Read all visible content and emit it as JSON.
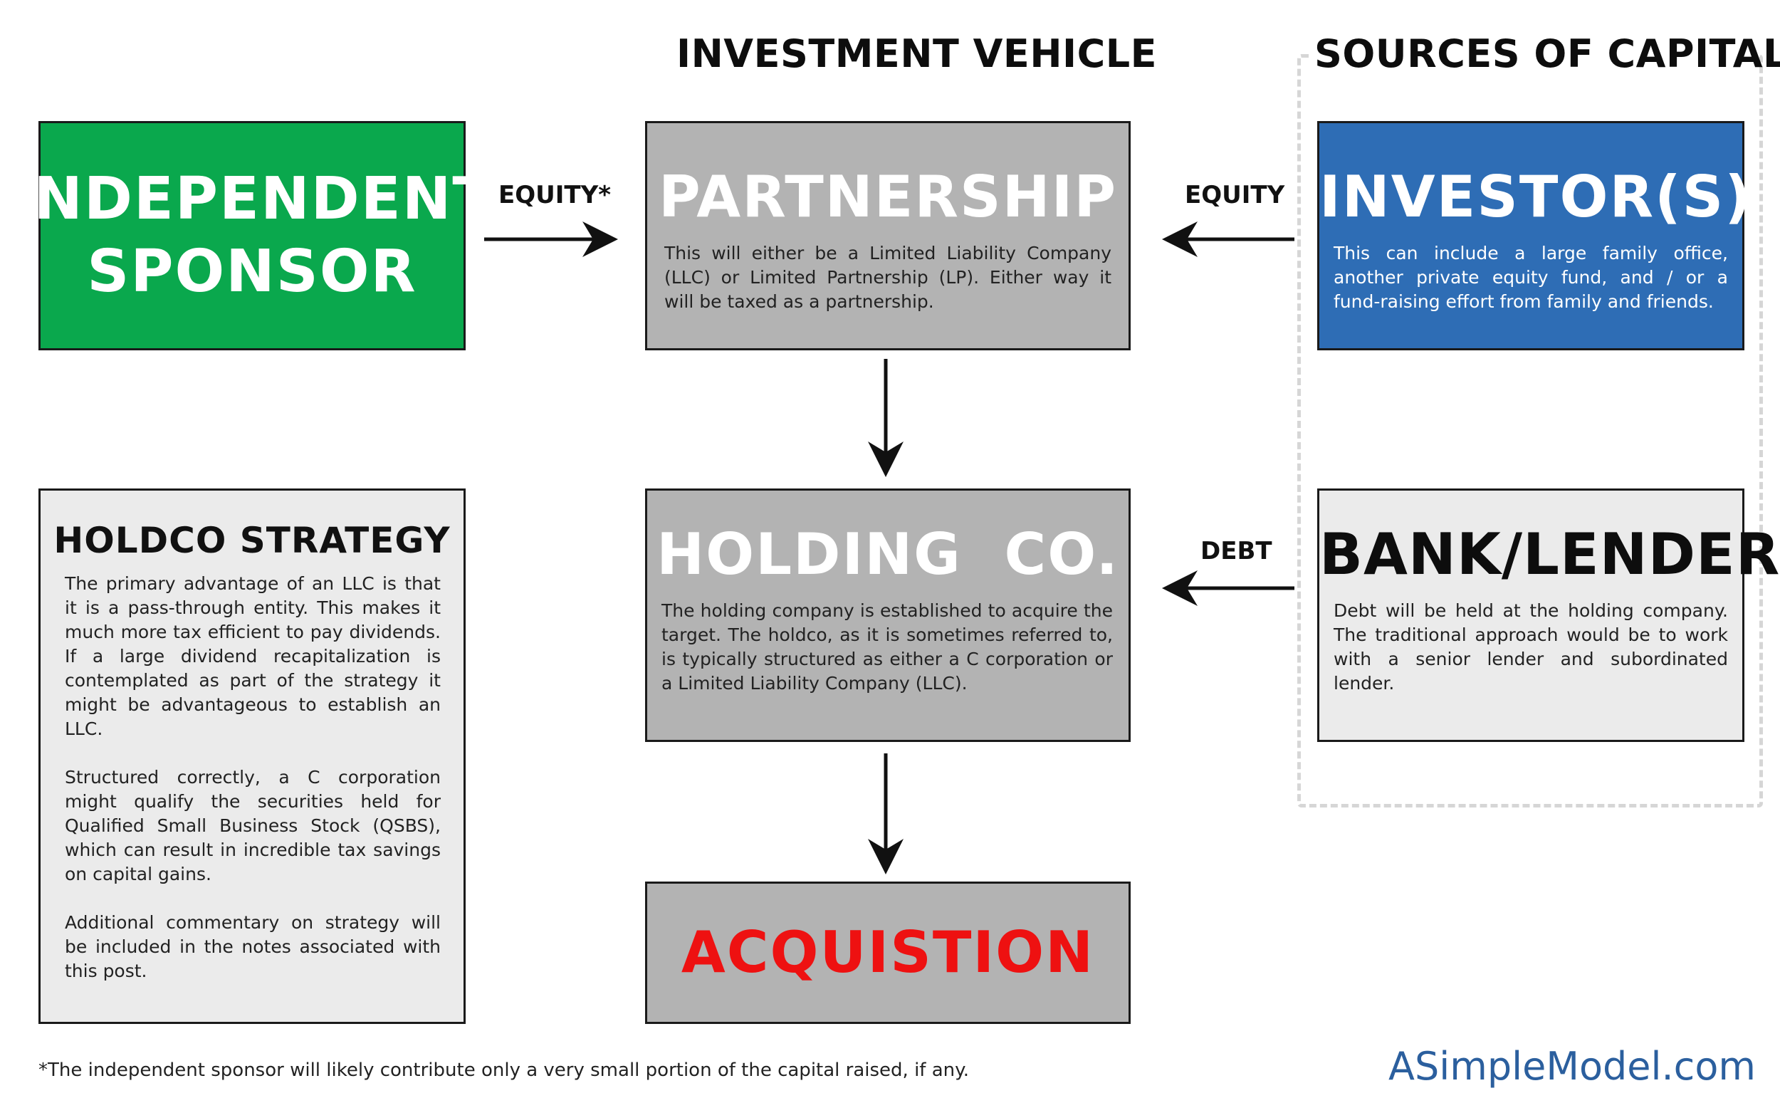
{
  "headings": {
    "investment_vehicle": "INVESTMENT VEHICLE",
    "sources_of_capital": "SOURCES OF CAPITAL"
  },
  "sponsor": {
    "title": "INDEPENDENT SPONSOR"
  },
  "partnership": {
    "title": "PARTNERSHIP",
    "description": "This will either be a Limited Liability Company (LLC) or Limited Partnership (LP). Either way it will be taxed as a partnership."
  },
  "investors": {
    "title": "INVESTOR(S)",
    "description": "This can include a large family office, another private equity fund, and / or a fund-raising effort from family and friends."
  },
  "strategy": {
    "title": "HOLDCO STRATEGY",
    "paragraph_1": "The primary advantage of an LLC is that it is a pass-through entity. This makes it much more tax efficient to pay dividends. If a large dividend recapitalization is contemplated as part of the strategy it might be advantageous to establish an LLC.",
    "paragraph_2": "Structured correctly, a C corporation might qualify the securities held for Qualified Small Business Stock (QSBS), which can result in incredible tax savings on capital gains.",
    "paragraph_3": "Additional commentary on strategy will be included in the notes associated with this post."
  },
  "holdco": {
    "title": "HOLDING  CO.",
    "description": "The holding company is established to acquire the target. The holdco, as it is sometimes referred to, is typically structured as either a C corporation or  a Limited Liability Company (LLC)."
  },
  "lender": {
    "title": "BANK/LENDER",
    "description": "Debt will be held at the holding company. The traditional approach would be to work with a senior lender and subordinated lender."
  },
  "acquisition": {
    "title": "ACQUISTION"
  },
  "arrows": {
    "sponsor_to_partnership": "EQUITY*",
    "investors_to_partnership": "EQUITY",
    "lender_to_holdco": "DEBT"
  },
  "footnote": "*The independent sponsor will likely contribute only a very small portion of the capital raised, if any.",
  "brand": "ASimpleModel.com",
  "colors": {
    "sponsor": "#0aa84d",
    "investors": "#2e6db5",
    "gray_box": "#b3b3b3",
    "light_box": "#ebebeb",
    "acquisition_text": "#ee1111",
    "brand_text": "#2b5f9e"
  }
}
